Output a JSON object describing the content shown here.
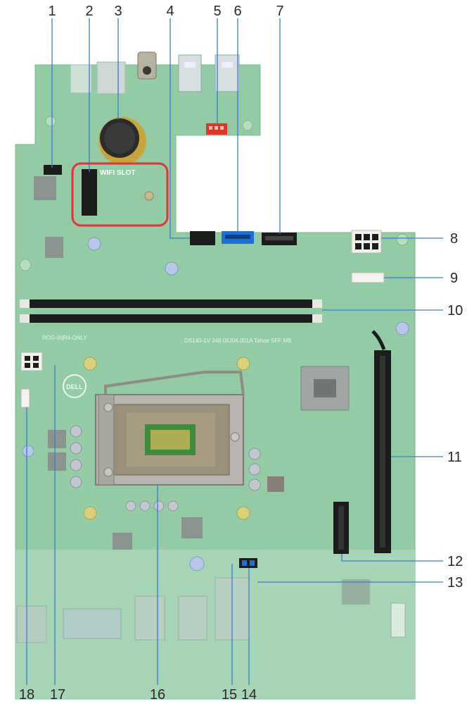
{
  "wifi_slot_label": "WIFI SLOT",
  "silkscreen": {
    "dell_logo": "DELL",
    "board_text": "DS140-1V  348.06J04.001A  Tahoe SFF MB",
    "part_text": "ROG-00R4-ONLY"
  },
  "callouts": [
    {
      "id": "1",
      "label": "1"
    },
    {
      "id": "2",
      "label": "2"
    },
    {
      "id": "3",
      "label": "3"
    },
    {
      "id": "4",
      "label": "4"
    },
    {
      "id": "5",
      "label": "5"
    },
    {
      "id": "6",
      "label": "6"
    },
    {
      "id": "7",
      "label": "7"
    },
    {
      "id": "8",
      "label": "8"
    },
    {
      "id": "9",
      "label": "9"
    },
    {
      "id": "10",
      "label": "10"
    },
    {
      "id": "11",
      "label": "11"
    },
    {
      "id": "12",
      "label": "12"
    },
    {
      "id": "13",
      "label": "13"
    },
    {
      "id": "14",
      "label": "14"
    },
    {
      "id": "15",
      "label": "15"
    },
    {
      "id": "16",
      "label": "16"
    },
    {
      "id": "17",
      "label": "17"
    },
    {
      "id": "18",
      "label": "18"
    }
  ],
  "colors": {
    "board": "#8fc9a0",
    "board_dark": "#6fae85",
    "connector_black": "#1c1c1c",
    "sata_blue": "#1f6fd0",
    "fan_red": "#d9392b",
    "wifi_outline": "#e0343a",
    "leader_blue": "#3a7bd5"
  }
}
